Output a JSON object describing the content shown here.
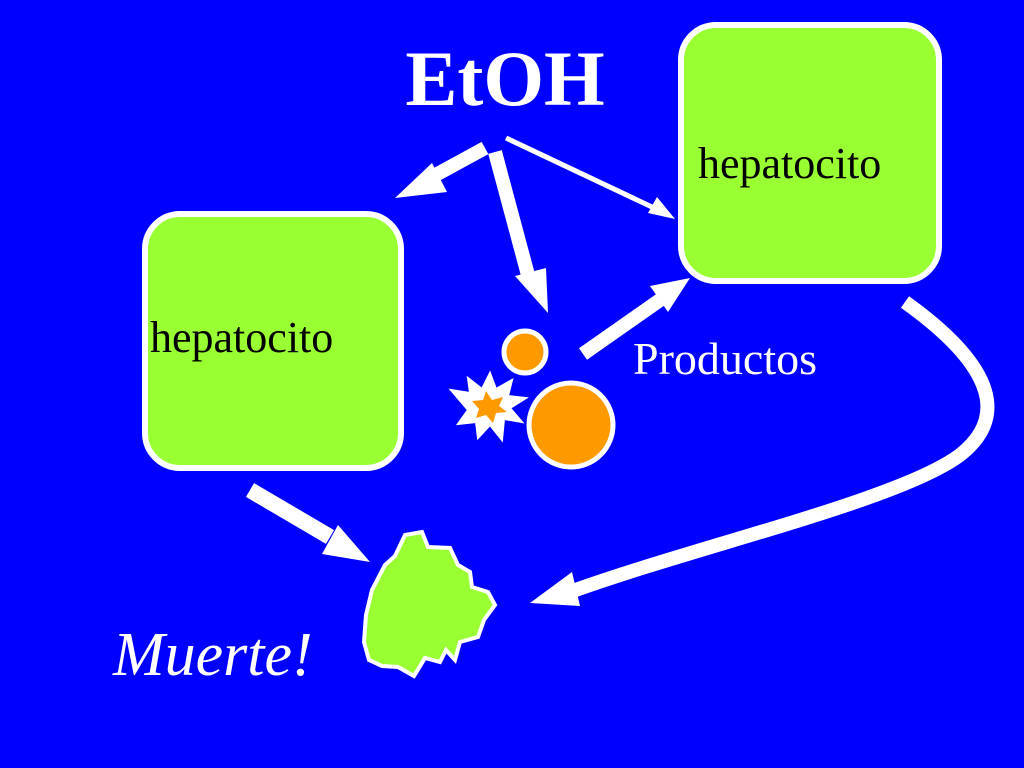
{
  "title": "EtOH",
  "cells": {
    "left_label": "hepatocito",
    "right_label": "hepatocito"
  },
  "products_label": "Productos",
  "death_label": "Muerte!",
  "colors": {
    "background": "#0000FF",
    "cell_fill": "#99FF33",
    "particle_fill": "#FF9900",
    "arrow": "#FFFFFF"
  }
}
